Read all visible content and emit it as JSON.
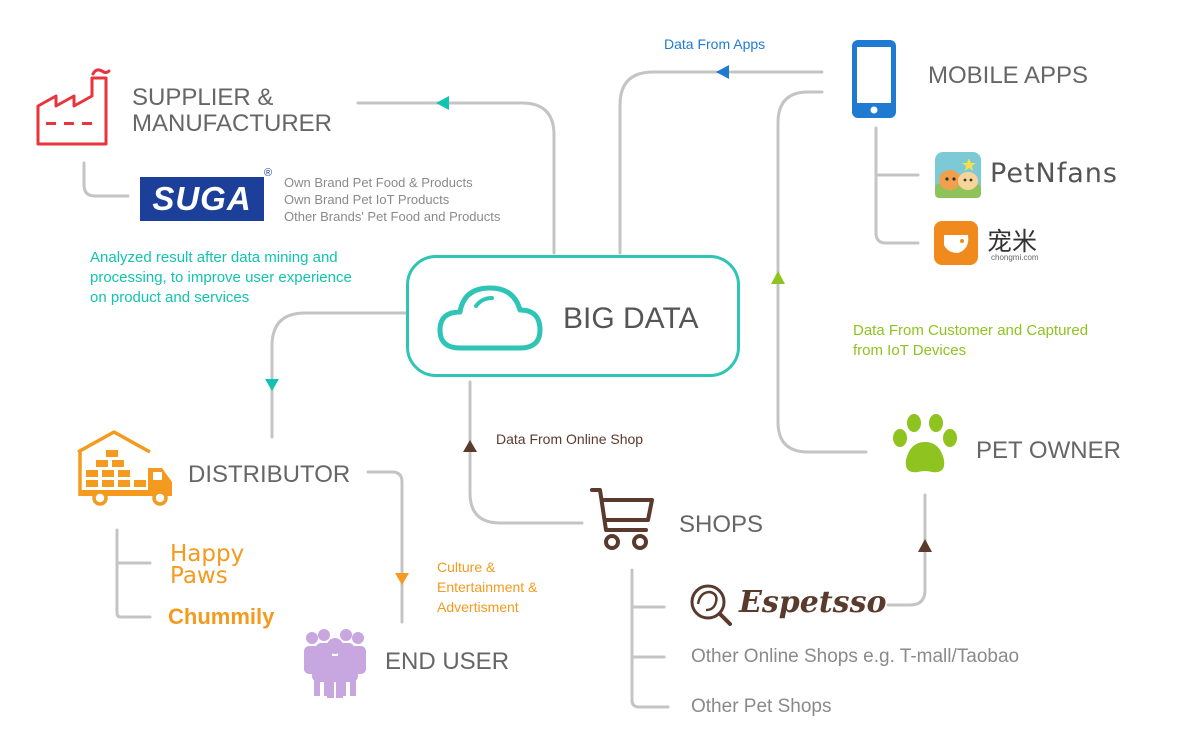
{
  "center": {
    "title": "BIG DATA"
  },
  "nodes": {
    "supplier": {
      "title_line1": "SUPPLIER &",
      "title_line2": "MANUFACTURER"
    },
    "distributor": {
      "title": "DISTRIBUTOR"
    },
    "end_user": {
      "title": "END USER"
    },
    "shops": {
      "title": "SHOPS"
    },
    "mobile_apps": {
      "title": "MOBILE APPS"
    },
    "pet_owner": {
      "title": "PET OWNER"
    }
  },
  "supplier_details": {
    "logo_text": "SUGA",
    "logo_mark": "®",
    "items": [
      "Own Brand Pet Food & Products",
      "Own Brand Pet IoT Products",
      "Other Brands' Pet Food and Products"
    ]
  },
  "distributor_brands": {
    "happy_line1": "Happy",
    "happy_line2": "Paws",
    "chummily": "Chummily"
  },
  "app_brands": {
    "petnfans": "PetNfans",
    "chongmi_cn": "宠米",
    "chongmi_en": "chongmi.com"
  },
  "shop_list": {
    "espetsso": "Espetsso",
    "items": [
      "Other Online Shops e.g. T-mall/Taobao",
      "Other Pet Shops"
    ]
  },
  "annotations": {
    "analyzed_lines": [
      "Analyzed result after data mining and",
      "processing, to improve user experience",
      "on product and services"
    ],
    "data_from_apps": "Data From Apps",
    "customer_lines": [
      "Data From Customer and Captured",
      "from IoT Devices"
    ],
    "online_shop": "Data From Online Shop",
    "culture_lines": [
      "Culture &",
      "Entertainment &",
      "Advertisment"
    ]
  },
  "colors": {
    "connector": "#c4c4c4",
    "teal": "#12c3b1",
    "blue": "#1f7bd1",
    "green": "#8fc31f",
    "brown": "#5a3a2c",
    "orange": "#f39a1f",
    "red": "#e8343c",
    "purple": "#c8a6e0"
  }
}
